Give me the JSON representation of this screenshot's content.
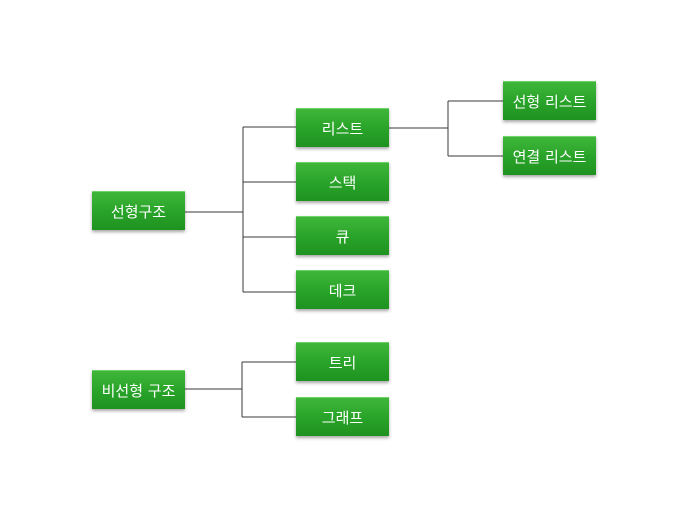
{
  "nodes": {
    "linear": "선형구조",
    "nonlinear": "비선형 구조",
    "list": "리스트",
    "stack": "스택",
    "queue": "큐",
    "deque": "데크",
    "tree": "트리",
    "graph": "그래프",
    "array_list": "선형 리스트",
    "linked_list": "연결 리스트"
  },
  "colors": {
    "node_fill": "#2aa42a",
    "node_text": "#ffffff",
    "connector": "#3a3a3a"
  }
}
